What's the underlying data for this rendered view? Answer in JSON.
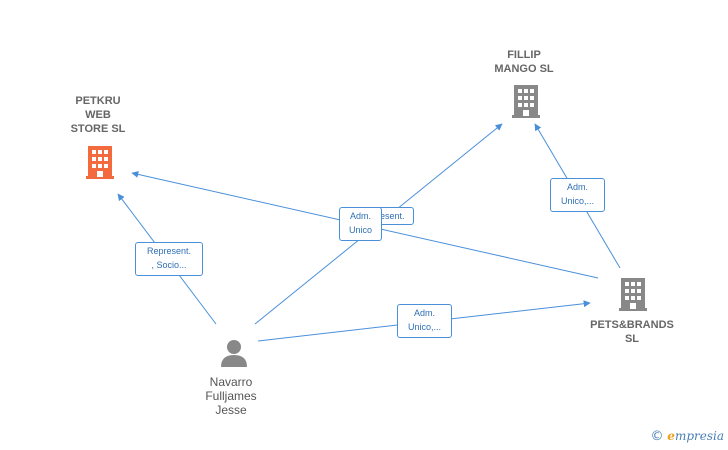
{
  "nodes": {
    "petkru": {
      "label": "PETKRU\nWEB\nSTORE  SL",
      "color": "#f26a3d"
    },
    "fillip": {
      "label": "FILLIP\nMANGO  SL",
      "color": "#888888"
    },
    "pets": {
      "label": "PETS&BRANDS\nSL",
      "color": "#888888"
    },
    "person": {
      "label": "Navarro\nFulljames\nJesse",
      "color": "#888888"
    }
  },
  "edges": {
    "person_petkru": "Represent.\n, Socio...",
    "person_fillip": "Adm.\nUnico",
    "pets_petkru": "Represent.",
    "person_pets": "Adm.\nUnico,...",
    "pets_fillip": "Adm.\nUnico,..."
  },
  "colors": {
    "edge": "#4a90d9"
  },
  "branding": {
    "copyright": "©",
    "e": "e",
    "name": "mpresia"
  }
}
